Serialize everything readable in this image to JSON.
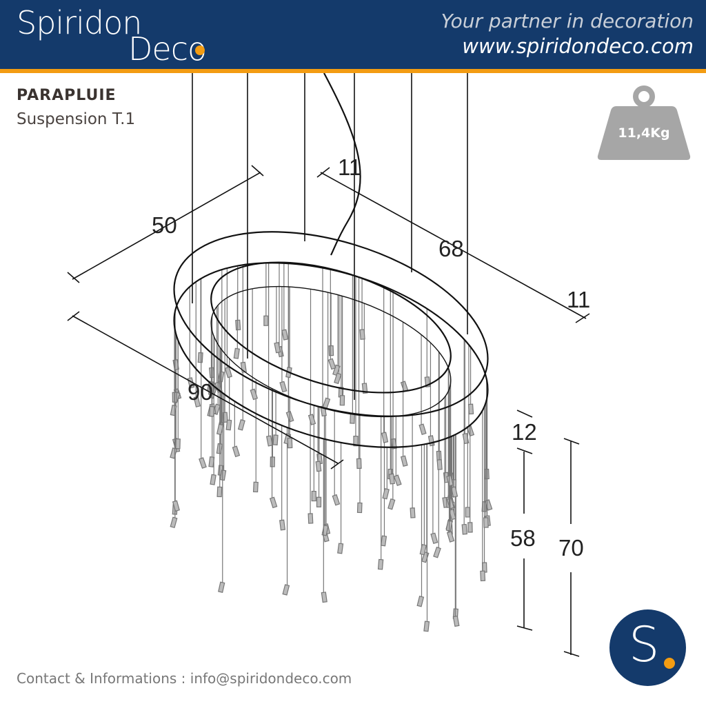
{
  "header": {
    "logo_line1": "Spiridon",
    "logo_line2": "Deco",
    "tagline": "Your partner in decoration",
    "website": "www.spiridondeco.com"
  },
  "product": {
    "name": "PARAPLUIE",
    "subtitle": "Suspension T.1",
    "weight": "11,4Kg"
  },
  "dimensions": {
    "width_depth": "50",
    "top_offset": "11",
    "length_top": "68",
    "right_offset": "11",
    "length": "90",
    "ring_height": "12",
    "drop": "58",
    "total_height": "70"
  },
  "footer": {
    "contact": "Contact & Informations : info@spiridondeco.com"
  },
  "badge": {
    "letter": "S"
  },
  "colors": {
    "brand_blue": "#143a6b",
    "accent_orange": "#f39c12",
    "weight_gray": "#a6a6a6"
  }
}
